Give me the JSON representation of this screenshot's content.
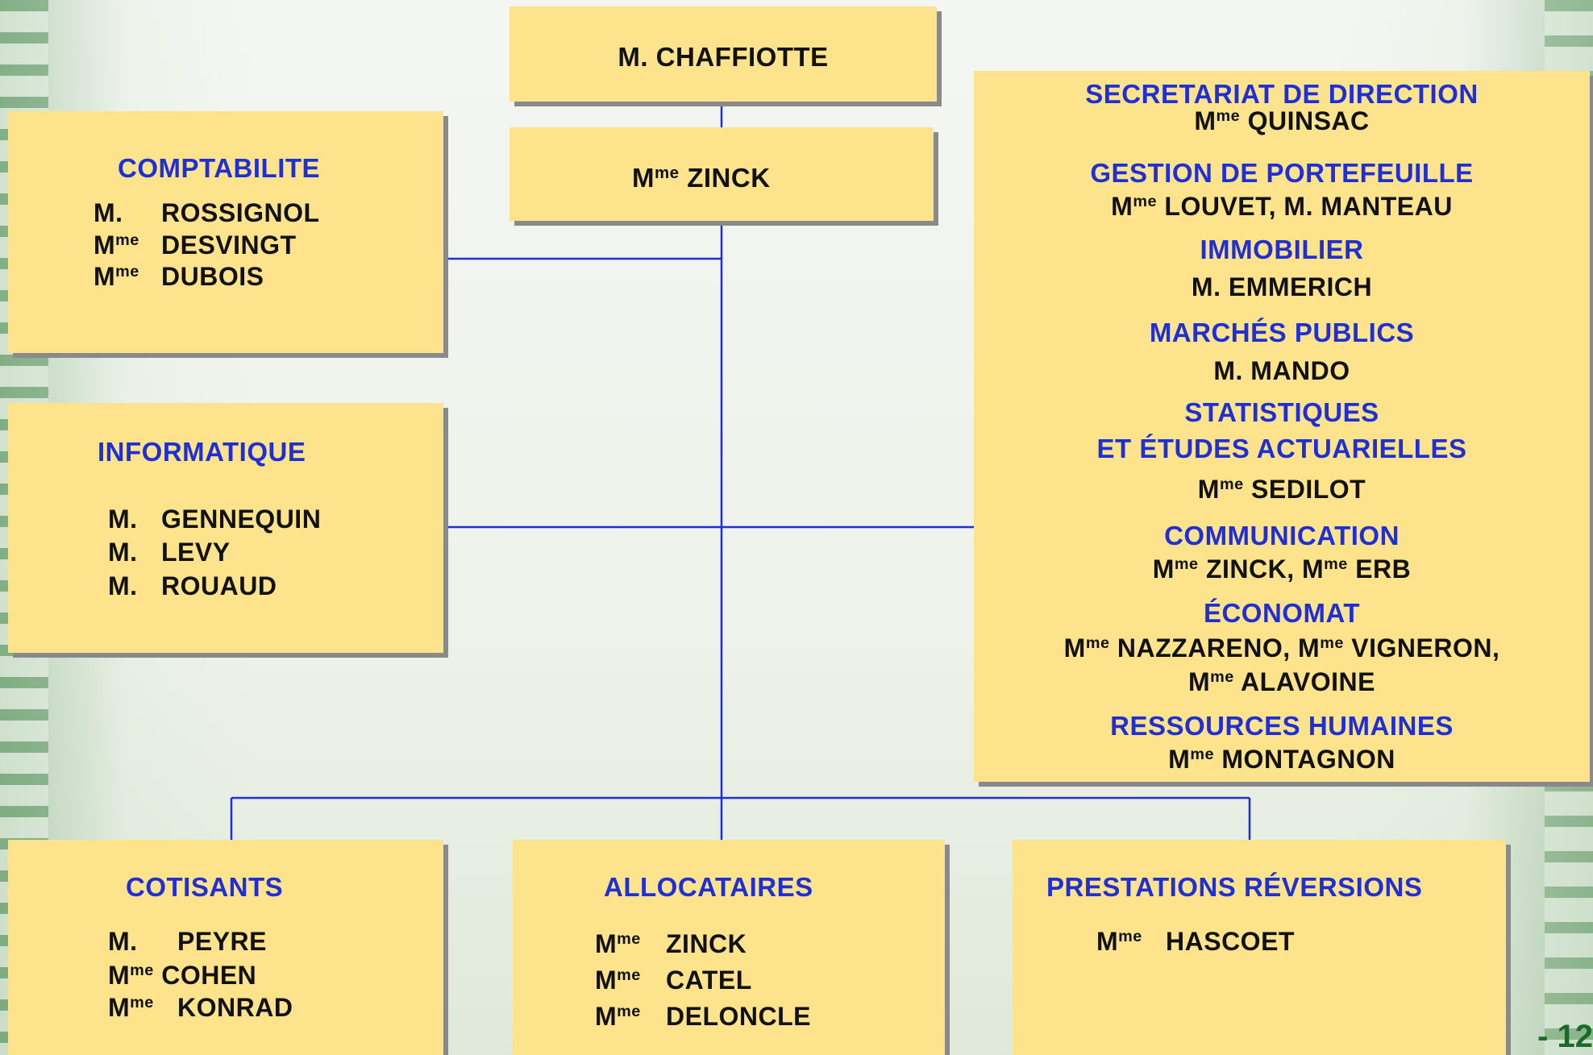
{
  "top": {
    "name": "M.  CHAFFIOTTE"
  },
  "deputy": {
    "prefix": "M",
    "sup": "me",
    "name": "ZINCK"
  },
  "comptabilite": {
    "title": "COMPTABILITE",
    "members": [
      {
        "prefix": "M.",
        "sup": "",
        "name": "ROSSIGNOL"
      },
      {
        "prefix": "M",
        "sup": "me",
        "name": "DESVINGT"
      },
      {
        "prefix": "M",
        "sup": "me",
        "name": "DUBOIS"
      }
    ]
  },
  "informatique": {
    "title": "INFORMATIQUE",
    "members": [
      {
        "prefix": "M.",
        "sup": "",
        "name": "GENNEQUIN"
      },
      {
        "prefix": "M.",
        "sup": "",
        "name": "LEVY"
      },
      {
        "prefix": "M.",
        "sup": "",
        "name": "ROUAUD"
      }
    ]
  },
  "services": [
    {
      "title": "SECRETARIAT DE DIRECTION",
      "line": [
        {
          "prefix": "M",
          "sup": "me",
          "name": " QUINSAC"
        }
      ]
    },
    {
      "title": "GESTION DE PORTEFEUILLE",
      "line": [
        {
          "prefix": "M",
          "sup": "me",
          "name": " LOUVET, M. MANTEAU"
        }
      ]
    },
    {
      "title": "IMMOBILIER",
      "line": [
        {
          "prefix": "M.",
          "sup": "",
          "name": " EMMERICH"
        }
      ]
    },
    {
      "title": "MARCHÉS PUBLICS",
      "line": [
        {
          "prefix": "M.",
          "sup": "",
          "name": " MANDO"
        }
      ]
    },
    {
      "title": "STATISTIQUES",
      "title2": "ET ÉTUDES ACTUARIELLES",
      "line": [
        {
          "prefix": "M",
          "sup": "me",
          "name": " SEDILOT"
        }
      ]
    },
    {
      "title": "COMMUNICATION",
      "line": [
        {
          "prefix": "M",
          "sup": "me",
          "name": " ZINCK, "
        },
        {
          "prefix": "M",
          "sup": "me",
          "name": " ERB"
        }
      ]
    },
    {
      "title": "ÉCONOMAT",
      "line": [
        {
          "prefix": "M",
          "sup": "me",
          "name": " NAZZARENO, "
        },
        {
          "prefix": "M",
          "sup": "me",
          "name": " VIGNERON,"
        }
      ],
      "line2": [
        {
          "prefix": "M",
          "sup": "me",
          "name": " ALAVOINE"
        }
      ]
    },
    {
      "title": "RESSOURCES HUMAINES",
      "line": [
        {
          "prefix": "M",
          "sup": "me",
          "name": " MONTAGNON"
        }
      ]
    }
  ],
  "cotisants": {
    "title": "COTISANTS",
    "members": [
      {
        "prefix": "M.",
        "sup": "",
        "name": "PEYRE"
      },
      {
        "prefix": "M",
        "sup": "me",
        "name": "COHEN"
      },
      {
        "prefix": "M",
        "sup": "me",
        "name": "KONRAD"
      }
    ]
  },
  "allocataires": {
    "title": "ALLOCATAIRES",
    "members": [
      {
        "prefix": "M",
        "sup": "me",
        "name": "ZINCK"
      },
      {
        "prefix": "M",
        "sup": "me",
        "name": "CATEL"
      },
      {
        "prefix": "M",
        "sup": "me",
        "name": "DELONCLE"
      }
    ]
  },
  "prestations": {
    "title": "PRESTATIONS RÉVERSIONS",
    "members": [
      {
        "prefix": "M",
        "sup": "me",
        "name": "HASCOET"
      }
    ]
  },
  "page_number": "- 12",
  "colors": {
    "box": "#fde38c",
    "title": "#1f2fd6",
    "line": "#1f2fd6",
    "text": "#111111"
  }
}
